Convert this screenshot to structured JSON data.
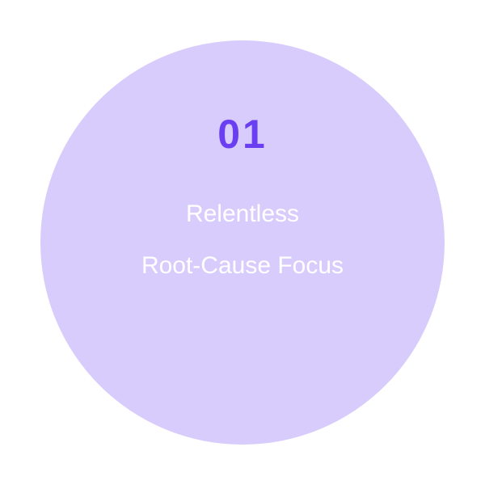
{
  "badge": {
    "number": "01",
    "title_lines": [
      "Relentless",
      "Root-Cause Focus"
    ]
  },
  "colors": {
    "circle_fill": "#d8ccfc",
    "number": "#6a3ff1",
    "title": "#ffffff",
    "background": "#ffffff"
  }
}
